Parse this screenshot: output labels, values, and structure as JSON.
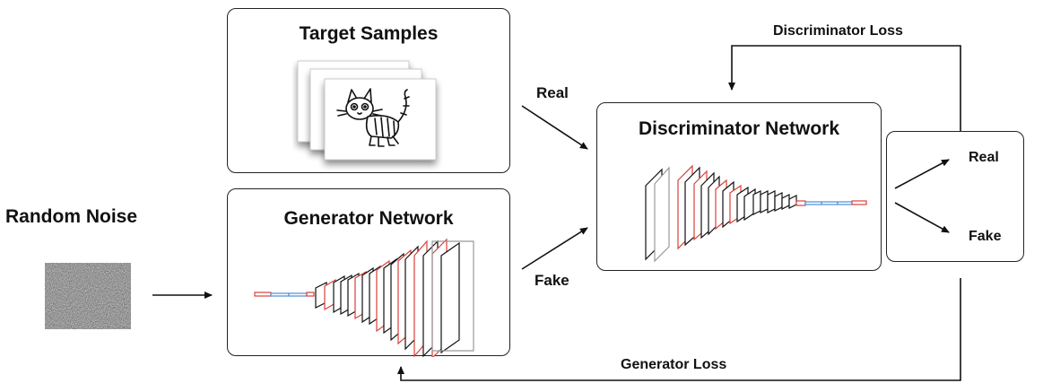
{
  "diagram": {
    "random_noise_label": "Random Noise",
    "target_samples_title": "Target Samples",
    "generator_title": "Generator Network",
    "discriminator_title": "Discriminator Network",
    "real_label": "Real",
    "fake_label": "Fake",
    "output_real_label": "Real",
    "output_fake_label": "Fake",
    "discriminator_loss_label": "Discriminator Loss",
    "generator_loss_label": "Generator Loss"
  },
  "colors": {
    "stroke": "#111111",
    "layer_red": "#d9413a",
    "layer_blue": "#4a8fd9"
  },
  "icons": {
    "sample_image": "cat-drawing-icon",
    "noise_image": "noise-texture-icon"
  }
}
